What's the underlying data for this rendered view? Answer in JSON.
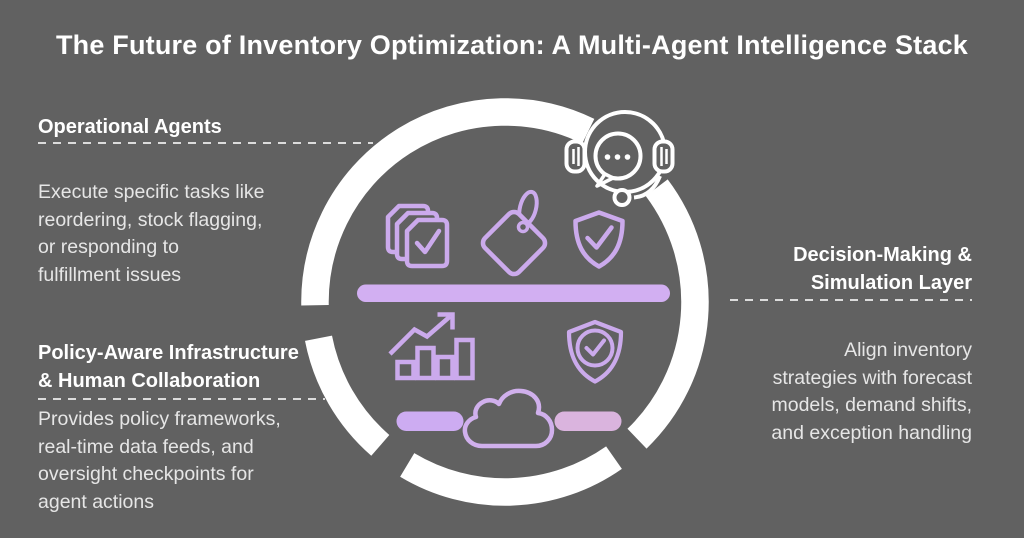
{
  "title": "The Future of Inventory Optimization: A Multi-Agent Intelligence Stack",
  "blocks": {
    "operational": {
      "heading": "Operational Agents",
      "body": "Execute specific tasks like\nreordering, stock flagging,\nor responding to\nfulfillment issues"
    },
    "decision": {
      "heading": "Decision-Making &\nSimulation Layer",
      "body": "Align inventory\nstrategies with forecast\nmodels, demand shifts,\nand exception handling"
    },
    "policy": {
      "heading": "Policy-Aware Infrastructure\n& Human Collaboration",
      "body": "Provides policy frameworks,\nreal-time data feeds, and\noversight checkpoints for\nagent actions"
    }
  },
  "diagram": {
    "ring_segments": 4,
    "icons": [
      "documents-check-icon",
      "price-tag-icon",
      "shield-check-icon",
      "support-agent-icon",
      "growth-chart-icon",
      "shield-verified-icon",
      "cloud-icon"
    ],
    "bars": [
      "lavender-divider-bar",
      "small-pill-left",
      "small-pill-right"
    ]
  },
  "colors": {
    "background": "#616161",
    "ring_white": "#ffffff",
    "icon_purple": "#cbaaec",
    "divider_bar": "#d2aff2",
    "pill_left": "#cdacf2",
    "pill_right": "#dab4de",
    "heading_text": "#ffffff",
    "body_text": "#e6e6e6"
  }
}
